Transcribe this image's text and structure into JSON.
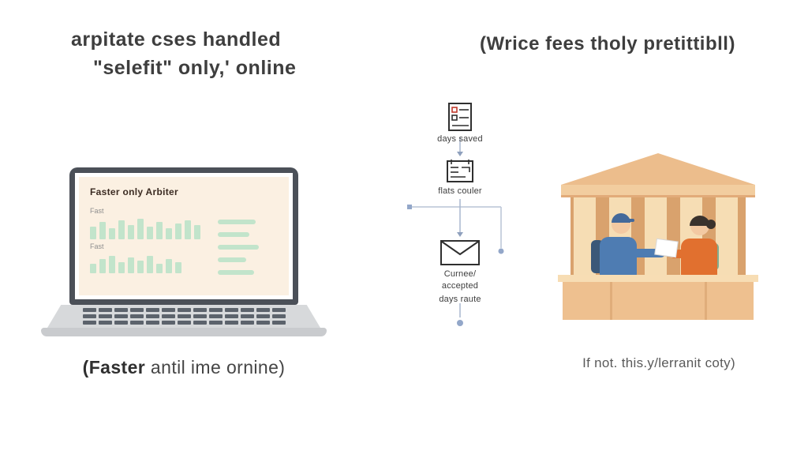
{
  "headings": {
    "left_line1": "arpitate cses handled",
    "left_line2": "\"selefit\" only,' online",
    "right": "(Wrice fees tholy pretittibll)"
  },
  "laptop": {
    "screen_title": "Faster only Arbiter",
    "label1": "Fast",
    "label2": "Fast",
    "bars1": [
      16,
      22,
      14,
      24,
      18,
      26,
      16,
      22,
      14,
      20,
      24,
      18
    ],
    "bars2": [
      12,
      18,
      22,
      14,
      20,
      16,
      22,
      12,
      18,
      14
    ],
    "text_lines": [
      48,
      40,
      52,
      36,
      46
    ]
  },
  "captions": {
    "left_bold": "(Faster",
    "left_rest": " antil ime ornine)",
    "right": "If not. this.y/lerranit coty)"
  },
  "flow": {
    "step1_label": "days saved",
    "step2_label": "flats couler",
    "step3_line1": "Curnee/",
    "step3_line2": "accepted",
    "step3_line3": "days raute",
    "icons": {
      "step1": "checklist-icon",
      "step2": "calendar-icon",
      "step3": "envelope-icon"
    }
  },
  "colors": {
    "chart_green": "#c2e4cb",
    "screen_bg": "#fbf0e2",
    "building_tan": "#eec08f",
    "clerk_blue": "#4e7cb2",
    "visitor_orange": "#e1702f",
    "connector": "#a9b7cf"
  }
}
